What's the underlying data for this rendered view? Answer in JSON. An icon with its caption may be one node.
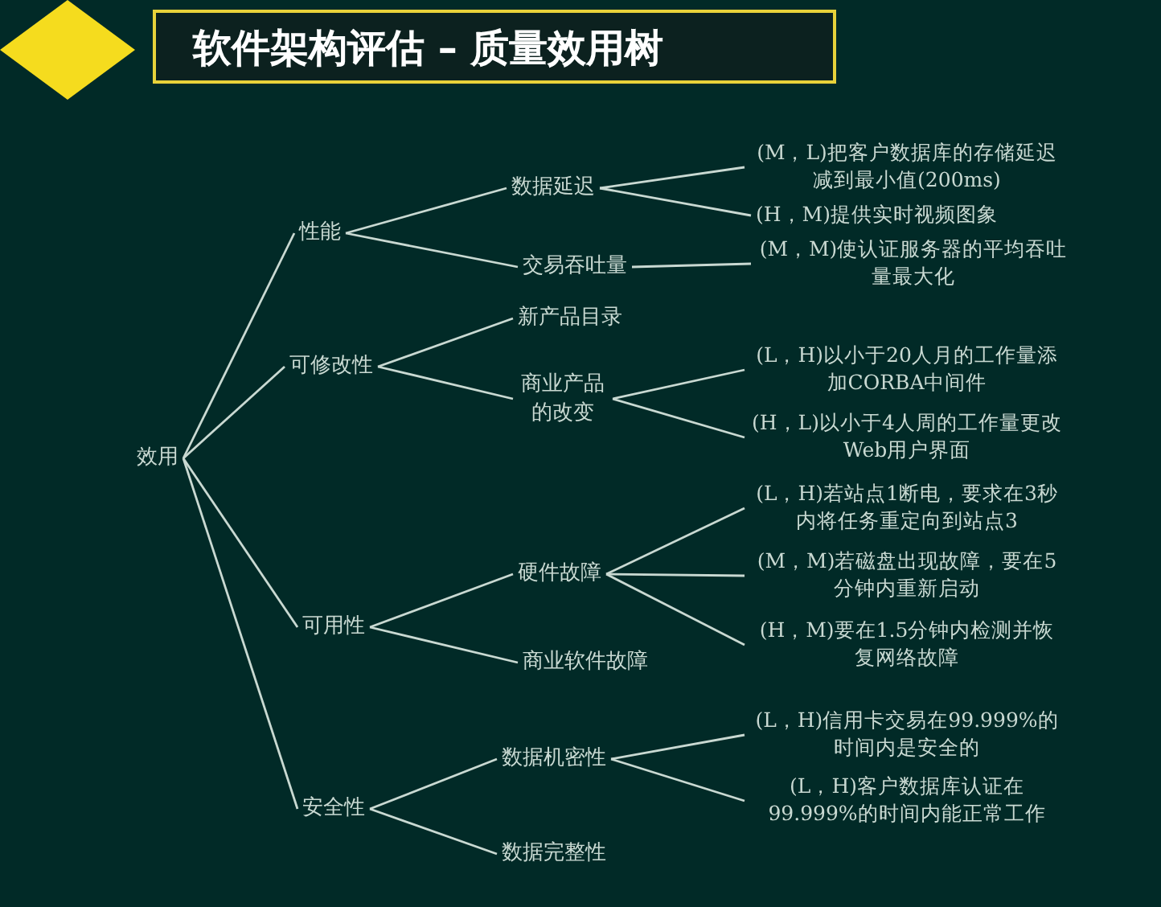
{
  "diagram": {
    "title": "软件架构评估 – 质量效用树",
    "nodes": [
      {
        "text": [
          "效用"
        ]
      },
      {
        "text": [
          "性能"
        ]
      },
      {
        "text": [
          "可修改性"
        ]
      },
      {
        "text": [
          "可用性"
        ]
      },
      {
        "text": [
          "安全性"
        ]
      },
      {
        "text": [
          "数据延迟"
        ]
      },
      {
        "text": [
          "交易吞吐量"
        ]
      },
      {
        "text": [
          "新产品目录"
        ]
      },
      {
        "text": [
          "商业产品的改变"
        ]
      },
      {
        "text": [
          "硬件故障"
        ]
      },
      {
        "text": [
          "商业软件故障"
        ]
      },
      {
        "text": [
          "数据机密性"
        ]
      },
      {
        "text": [
          "数据完整性"
        ]
      },
      {
        "text": [
          "(M，L)把客户数据库的存储延迟减到最小值(200ms)"
        ]
      },
      {
        "text": [
          "(H，M)提供实时视频图象"
        ]
      },
      {
        "text": [
          "(M，M)使认证服务器的平均吞吐量最大化"
        ]
      },
      {
        "text": [
          "(L，H)以小于20人月的工作量添加CORBA中间件"
        ]
      },
      {
        "text": [
          "(H，L)以小于4人周的工作量更改Web用户界面"
        ]
      },
      {
        "text": [
          "(L，H)若站点1断电，要求在3秒内将任务重定向到站点3"
        ]
      },
      {
        "text": [
          "(M，M)若磁盘出现故障，要在5分钟内重新启动"
        ]
      },
      {
        "text": [
          "(H，M)要在1.5分钟内检测并恢复网络故障"
        ]
      },
      {
        "text": [
          "(L，H)信用卡交易在99.999%的时间内是安全的"
        ]
      },
      {
        "text": [
          "(L，H)客户数据库认证在99.999%的时间内能正常工作"
        ]
      }
    ],
    "edges": [
      {
        "from": 0,
        "to": 1,
        "arrow": "none"
      },
      {
        "from": 0,
        "to": 2,
        "arrow": "none"
      },
      {
        "from": 0,
        "to": 3,
        "arrow": "none"
      },
      {
        "from": 0,
        "to": 4,
        "arrow": "none"
      },
      {
        "from": 1,
        "to": 5,
        "arrow": "none"
      },
      {
        "from": 1,
        "to": 6,
        "arrow": "none"
      },
      {
        "from": 2,
        "to": 7,
        "arrow": "none"
      },
      {
        "from": 2,
        "to": 8,
        "arrow": "none"
      },
      {
        "from": 3,
        "to": 9,
        "arrow": "none"
      },
      {
        "from": 3,
        "to": 10,
        "arrow": "none"
      },
      {
        "from": 4,
        "to": 11,
        "arrow": "none"
      },
      {
        "from": 4,
        "to": 12,
        "arrow": "none"
      },
      {
        "from": 5,
        "to": 13,
        "arrow": "none"
      },
      {
        "from": 5,
        "to": 14,
        "arrow": "none"
      },
      {
        "from": 6,
        "to": 15,
        "arrow": "none"
      },
      {
        "from": 8,
        "to": 16,
        "arrow": "none"
      },
      {
        "from": 8,
        "to": 17,
        "arrow": "none"
      },
      {
        "from": 9,
        "to": 18,
        "arrow": "none"
      },
      {
        "from": 9,
        "to": 19,
        "arrow": "none"
      },
      {
        "from": 9,
        "to": 20,
        "arrow": "none"
      },
      {
        "from": 11,
        "to": 21,
        "arrow": "none"
      },
      {
        "from": 11,
        "to": 22,
        "arrow": "none"
      }
    ]
  }
}
